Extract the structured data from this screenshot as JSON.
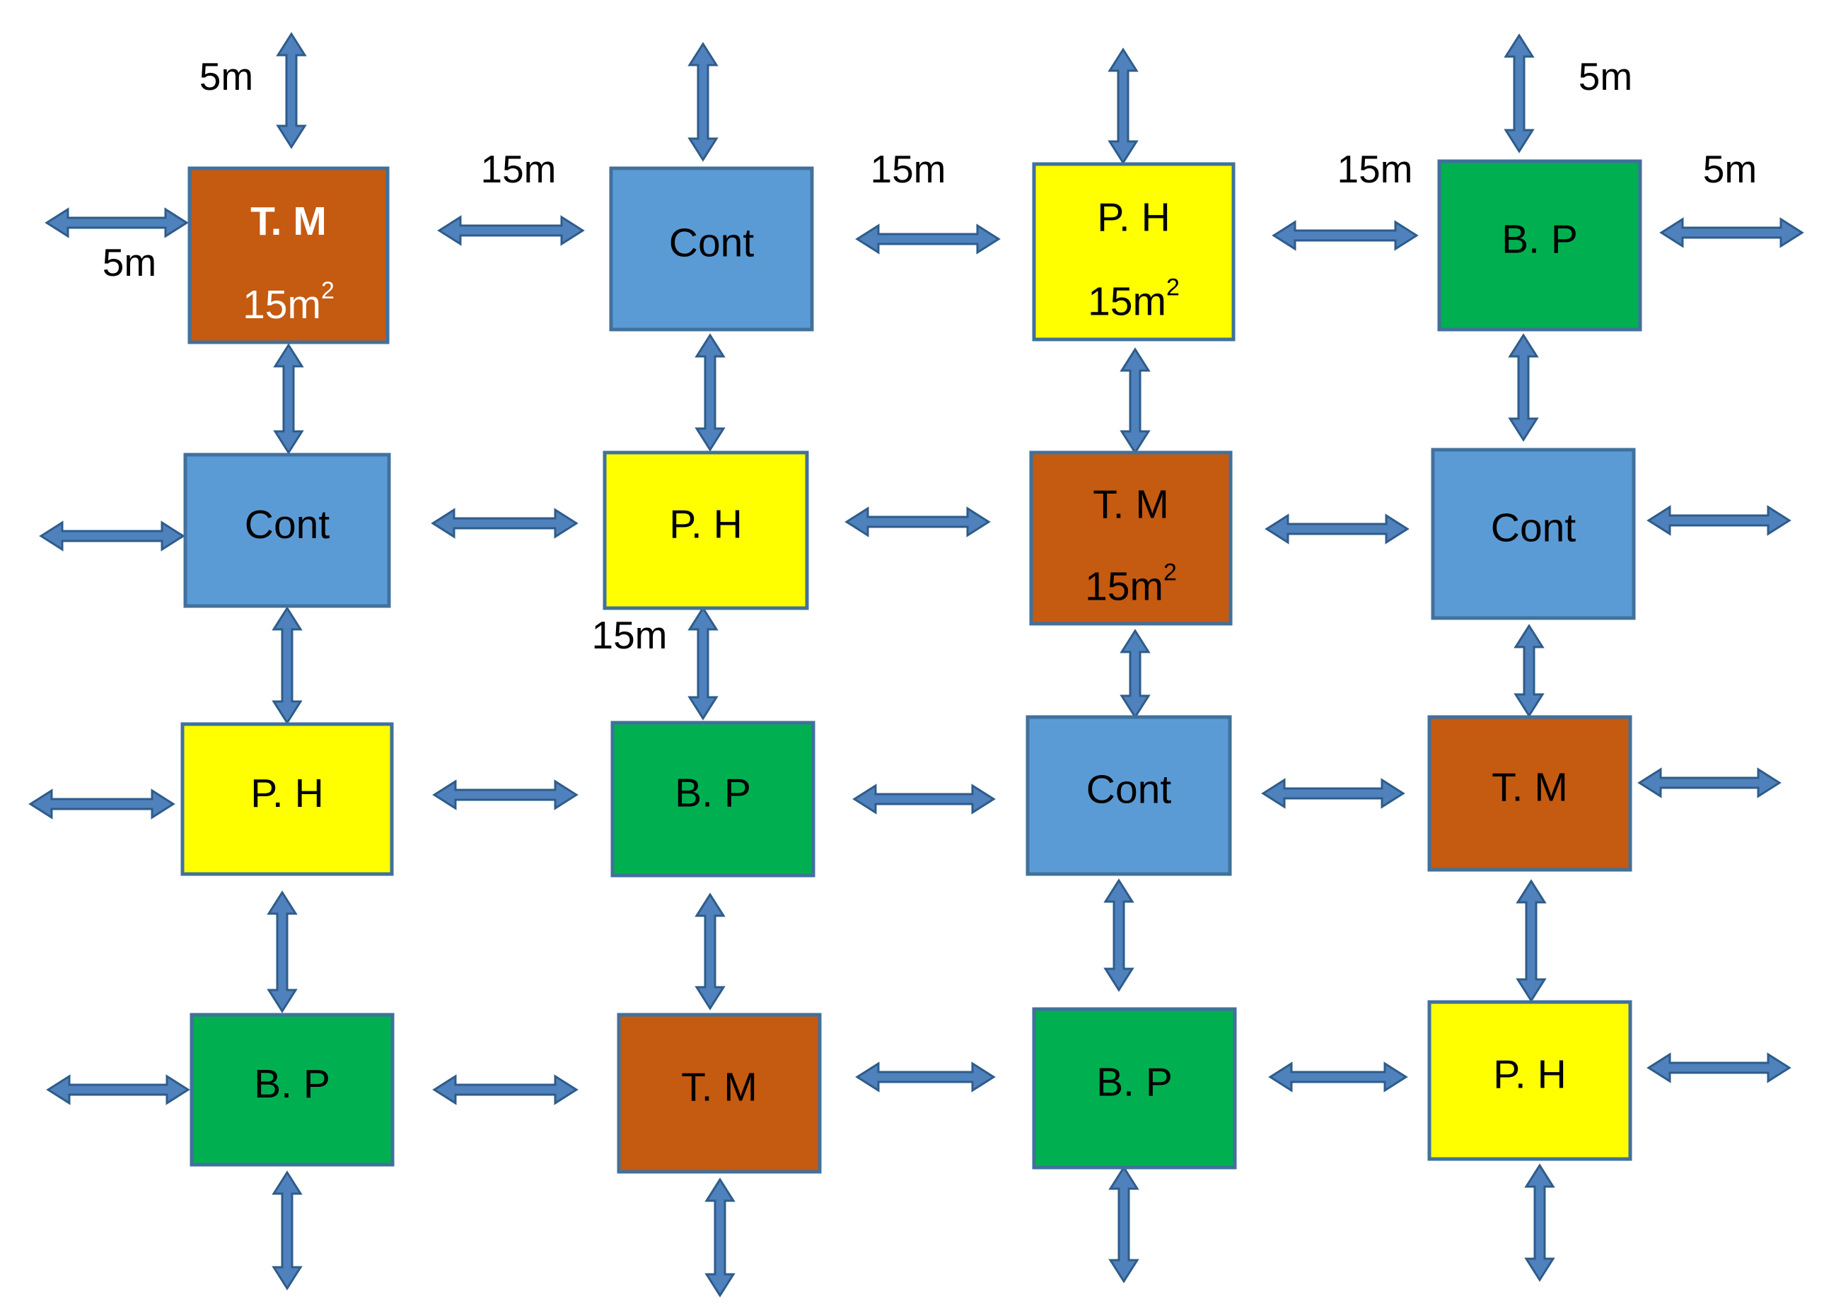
{
  "colors": {
    "T. M": "#C55A11",
    "Cont": "#5B9BD5",
    "P. H": "#FFFF00",
    "B. P": "#00B050",
    "arrow_fill": "#4F81BD",
    "arrow_stroke": "#2E5C8A",
    "box_border": "#41719C"
  },
  "grid": {
    "rows": [
      [
        {
          "label": "T.  M",
          "type": "T. M",
          "area": "15m",
          "area_sup": "2"
        },
        {
          "label": "Cont",
          "type": "Cont"
        },
        {
          "label": "P. H",
          "type": "P. H",
          "area": "15m",
          "area_sup": "2"
        },
        {
          "label": "B. P",
          "type": "B. P"
        }
      ],
      [
        {
          "label": "Cont",
          "type": "Cont"
        },
        {
          "label": "P. H",
          "type": "P. H"
        },
        {
          "label": "T.  M",
          "type": "T. M",
          "area": "15m",
          "area_sup": "2"
        },
        {
          "label": "Cont",
          "type": "Cont"
        }
      ],
      [
        {
          "label": "P. H",
          "type": "P. H"
        },
        {
          "label": "B. P",
          "type": "B. P"
        },
        {
          "label": "Cont",
          "type": "Cont"
        },
        {
          "label": "T.  M",
          "type": "T. M"
        }
      ],
      [
        {
          "label": "B. P",
          "type": "B. P"
        },
        {
          "label": "T.  M",
          "type": "T. M"
        },
        {
          "label": "B. P",
          "type": "B. P"
        },
        {
          "label": "P. H",
          "type": "P. H"
        }
      ]
    ]
  },
  "dimensions": {
    "top_left_vertical": "5m",
    "top_left_horizontal": "5m",
    "gap_1": "15m",
    "gap_2": "15m",
    "gap_3": "15m",
    "top_right_vertical": "5m",
    "top_right_horizontal": "5m",
    "vertical_gap": "15m"
  }
}
